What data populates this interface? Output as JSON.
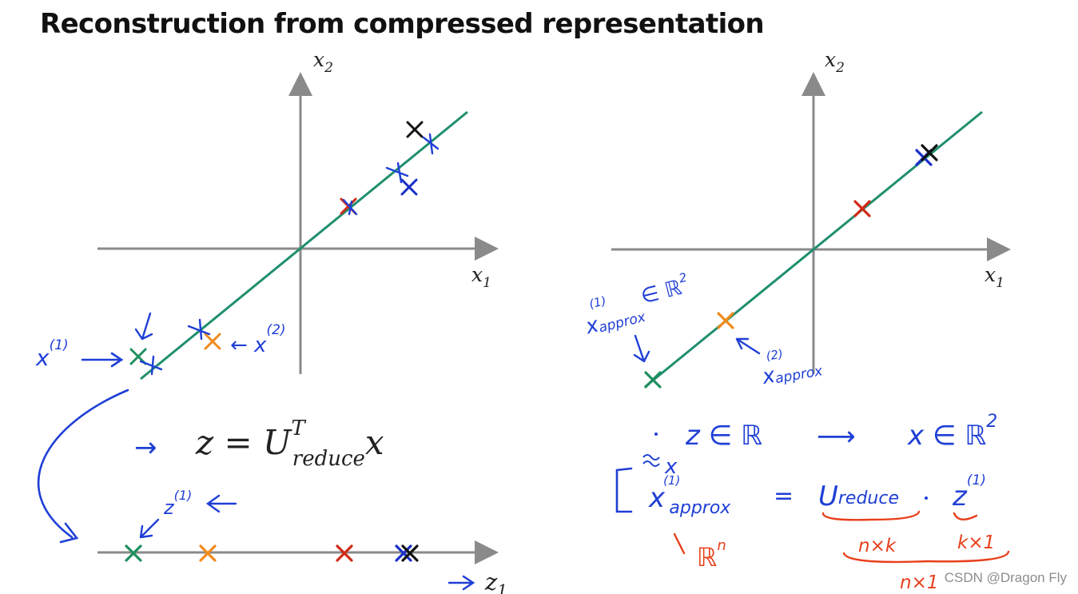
{
  "slide": {
    "title": "Reconstruction from compressed representation",
    "watermark": "CSDN @Dragon Fly",
    "colors": {
      "line": "#1f8f6e",
      "axis": "#8a8a8a",
      "ink_blue": "#1f3fd6",
      "ink_red": "#e8401c",
      "x_green": "#1f8f5f",
      "x_orange": "#f08a1c",
      "x_red": "#cf2a16",
      "x_blue": "#1a2fc8",
      "x_black": "#111111"
    }
  },
  "left_plot": {
    "axis_y_label": "x",
    "axis_y_sub": "2",
    "axis_x_label": "x",
    "axis_x_sub": "1",
    "annotation_x1": "x",
    "annotation_x1_sup": "(1)",
    "annotation_x2": "← x",
    "annotation_x2_sup": "(2)"
  },
  "left_formula": {
    "arrow": "→",
    "lhs": "z = U",
    "sup": "T",
    "sub": "reduce",
    "rhs": "x"
  },
  "bottom_axis": {
    "label": "z",
    "label_sub": "1",
    "annotation_z": "z",
    "annotation_z_sup": "(1)"
  },
  "right_plot": {
    "axis_y_label": "x",
    "axis_y_sub": "2",
    "axis_x_label": "x",
    "axis_x_sub": "1",
    "annotation_1_text": "x",
    "annotation_1_sub": "approx",
    "annotation_1_sup": "(1)",
    "annotation_1_suffix": "∈ ℝ",
    "annotation_1_suffix_sup": "2",
    "annotation_2_text": "x",
    "annotation_2_sub": "approx",
    "annotation_2_sup": "(2)"
  },
  "right_notes": {
    "line1_left": "z ∈ ℝ",
    "line1_arrow": "⟶",
    "line1_right": "x ∈ ℝ",
    "line1_right_sup": "2",
    "tilde_x": "x",
    "lhs": "x",
    "lhs_sup": "(1)",
    "lhs_sub": "approx",
    "equals": "=",
    "u_reduce": "U",
    "u_reduce_sub": "reduce",
    "z": "z",
    "z_sup": "(1)",
    "dim_rn": "ℝ",
    "dim_rn_sup": "n",
    "dim_nxk": "n×k",
    "dim_kx1": "k×1",
    "dim_nx1": "n×1"
  }
}
